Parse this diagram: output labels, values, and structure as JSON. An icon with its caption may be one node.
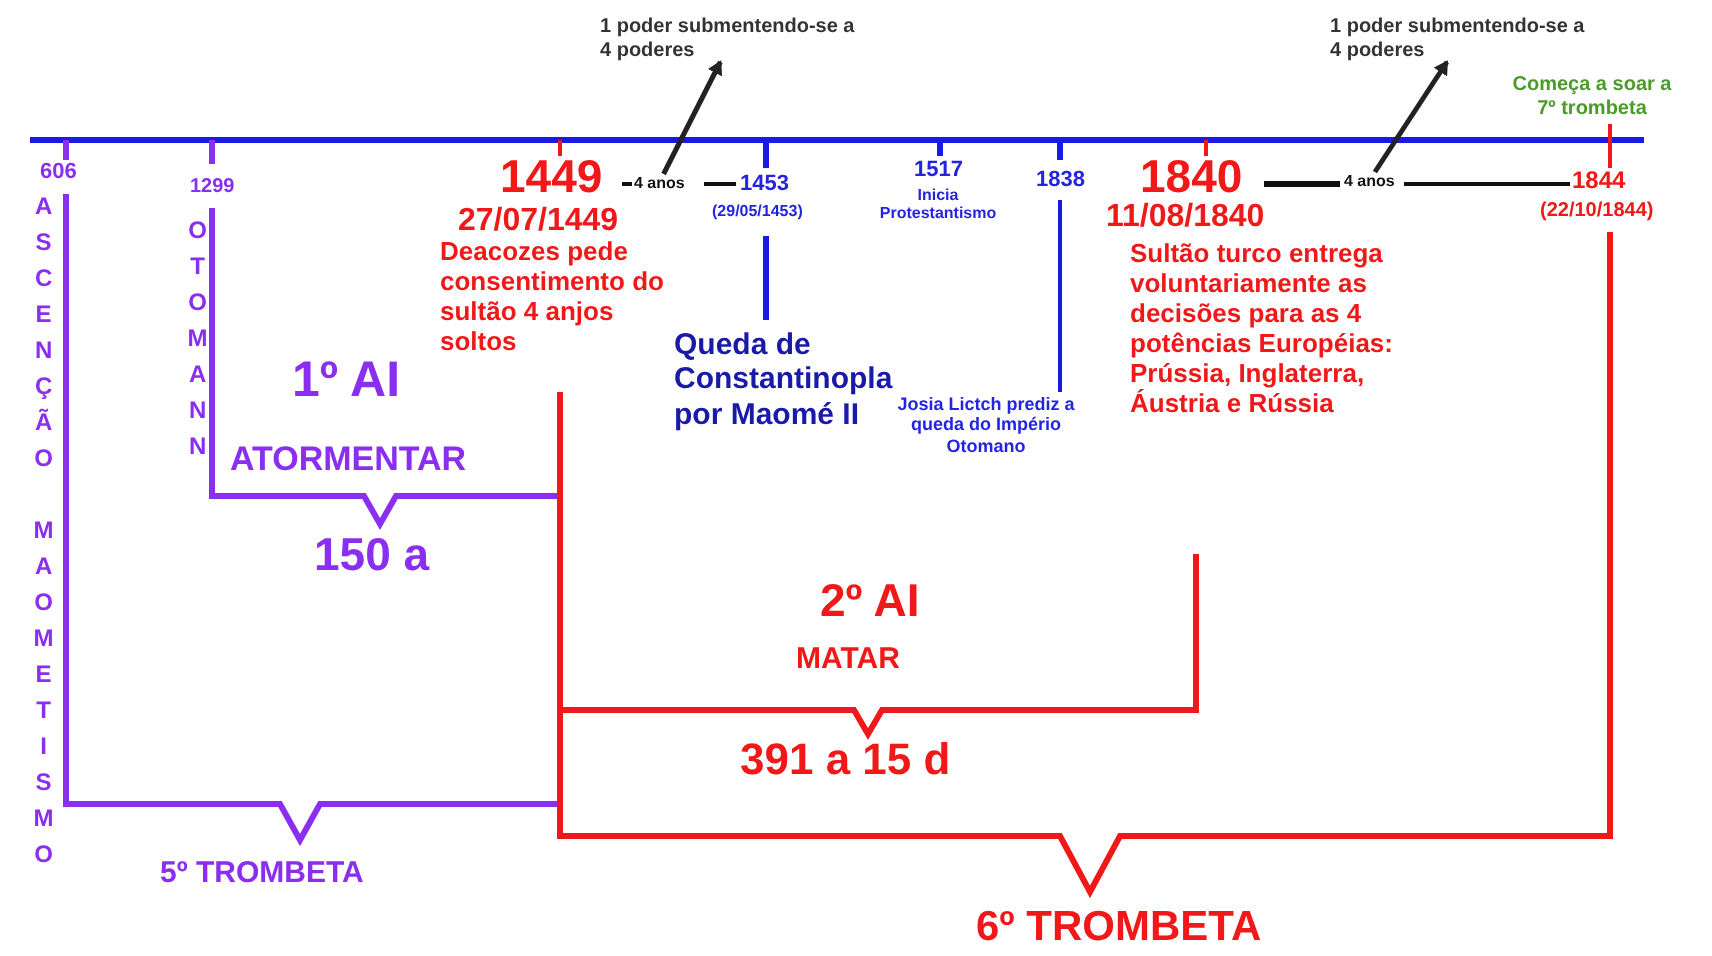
{
  "diagram": {
    "nodes": [
      {
        "text": [
          "1 poder submentendo-se a 4 poderes"
        ]
      },
      {
        "text": [
          "4 anos"
        ]
      },
      {
        "text": [
          "1 poder submentendo-se a 4 poderes"
        ]
      },
      {
        "text": [
          "4 anos"
        ]
      }
    ],
    "edges": [
      {
        "from": 1,
        "to": 0,
        "arrow": "to"
      },
      {
        "from": 3,
        "to": 2,
        "arrow": "to"
      }
    ],
    "labels": [
      "Começa a soar a 7º trombeta",
      "606",
      "ASCENÇÃO MAOMETISMO",
      "1299",
      "OTOMANN",
      "1449",
      "1453",
      "1517",
      "1838",
      "1840",
      "1844",
      "27/07/1449",
      "(29/05/1453)",
      "Inicia Protestantismo",
      "11/08/1840",
      "(22/10/1844)",
      "Deacozes pede consentimento do sultão 4 anjos soltos",
      "Sultão turco entrega voluntariamente as decisões para as 4 potências Européias: Prússia, Inglaterra, Áustria e Rússia",
      "Queda de Constantinopla por Maomé II",
      "Josia Lictch prediz a queda do Império Otomano",
      "1º AI",
      "ATORMENTAR",
      "150 a",
      "2º AI",
      "MATAR",
      "391 a 15 d",
      "5º TROMBETA",
      "6º TROMBETA"
    ]
  }
}
